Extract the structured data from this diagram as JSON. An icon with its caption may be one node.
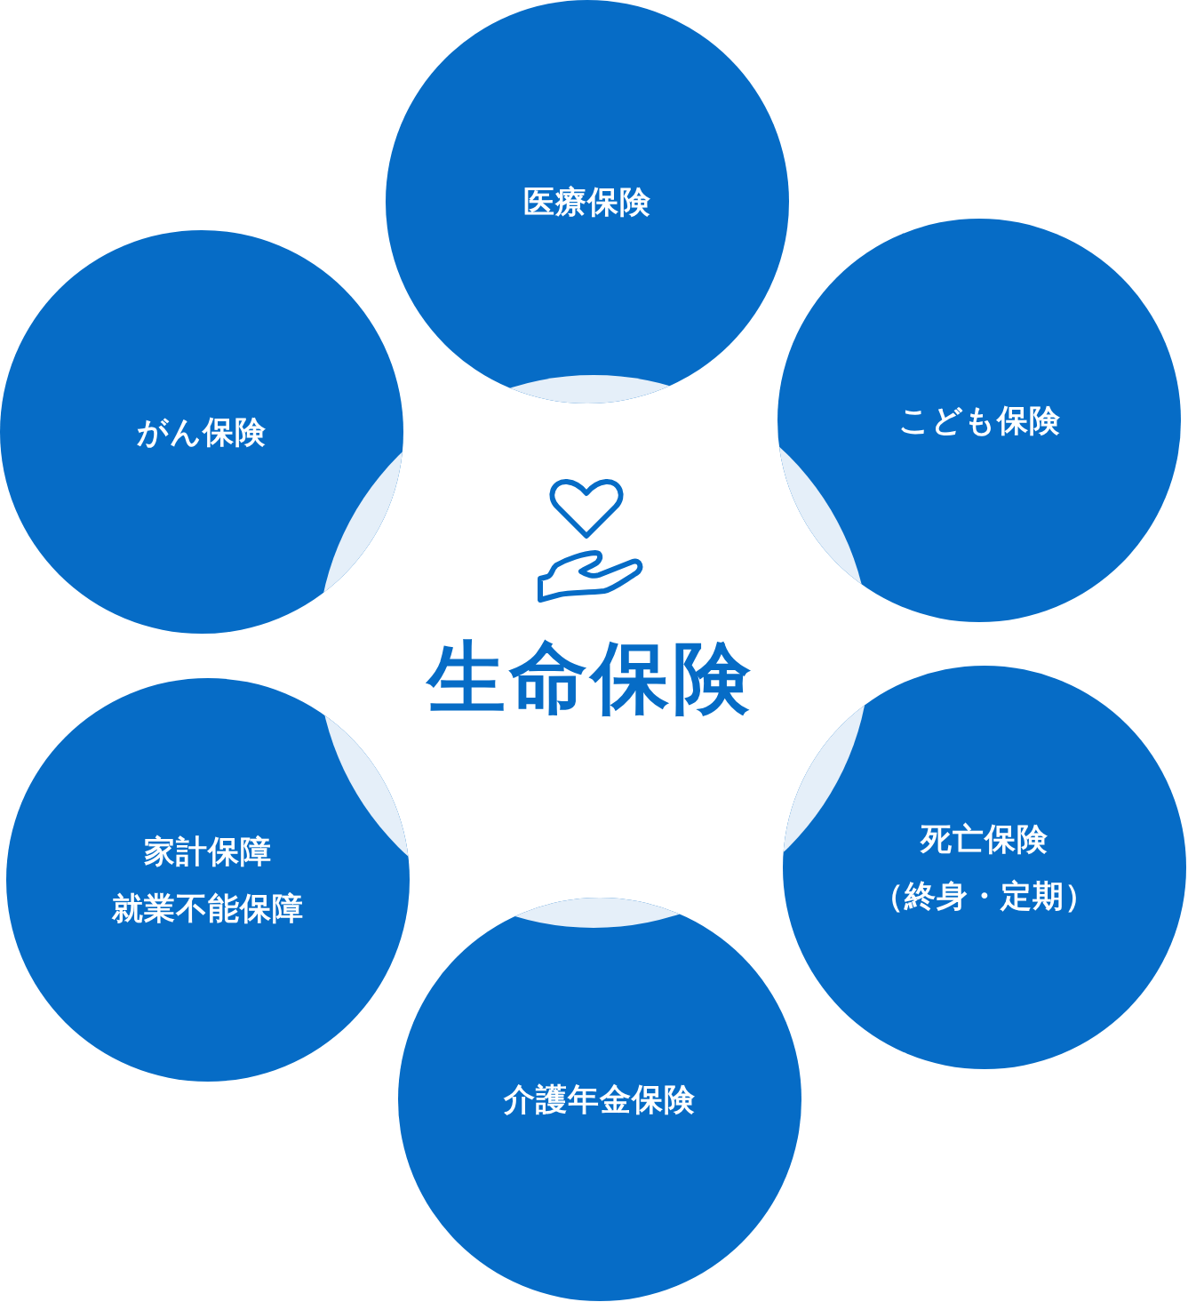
{
  "diagram": {
    "title": "生命保険",
    "nodes": [
      {
        "text": [
          "医療保険"
        ]
      },
      {
        "text": [
          "がん保険"
        ]
      },
      {
        "text": [
          "こども保険"
        ]
      },
      {
        "text": [
          "家計保障",
          "就業不能保障"
        ]
      },
      {
        "text": [
          "死亡保険",
          "（終身・定期）"
        ]
      },
      {
        "text": [
          "介護年金保険"
        ]
      }
    ]
  }
}
